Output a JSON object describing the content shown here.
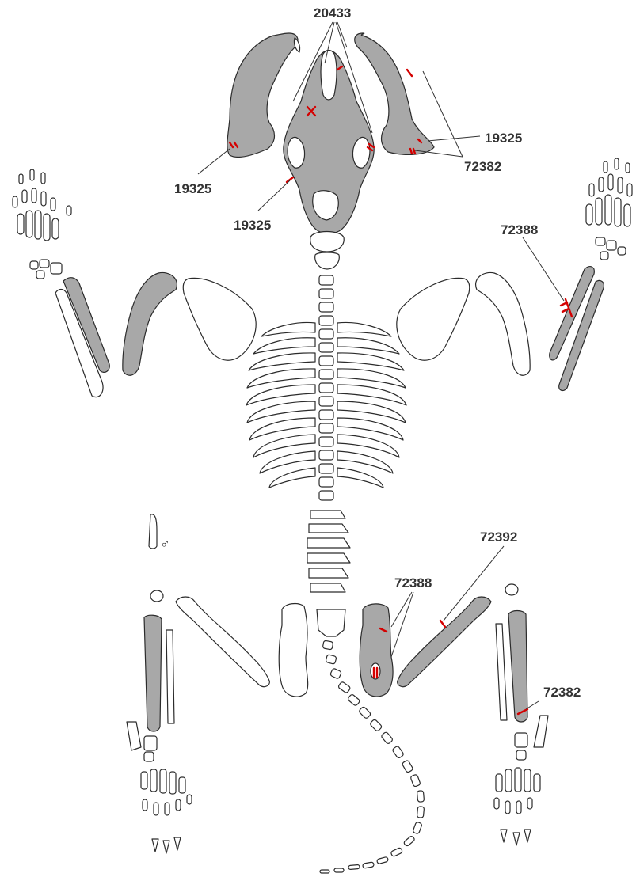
{
  "labels": {
    "skull_top": "20433",
    "mandible_left": "19325",
    "skull_base": "19325",
    "mandible_right_a": "19325",
    "mandible_right_b": "72382",
    "forelimb_right": "72388",
    "pelvis": "72388",
    "femur_right": "72392",
    "tibia_right": "72382",
    "sex_symbol": "♂"
  },
  "colors": {
    "stroke": "#2b2b2b",
    "grey_bone": "#a8a8a8",
    "cut_mark": "#d40000",
    "label_text": "#333333"
  }
}
